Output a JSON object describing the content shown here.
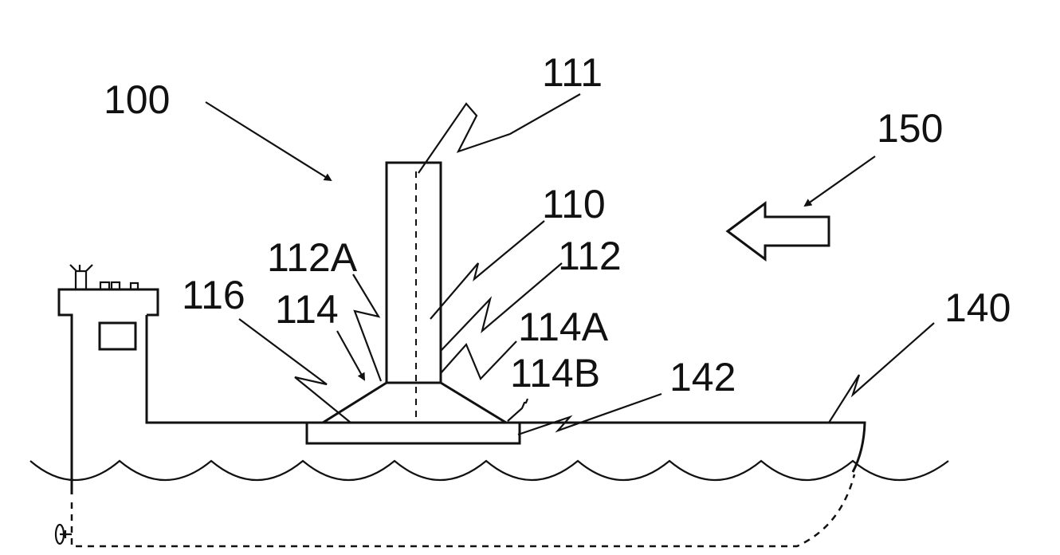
{
  "figure": {
    "labels": {
      "system": "100",
      "tower": "111",
      "current_direction": "150",
      "structure": "110",
      "outer_wall": "112",
      "outer_wall_a": "112A",
      "weld": "116",
      "flare": "114",
      "flare_a": "114A",
      "flare_b": "114B",
      "base_plate": "142",
      "vessel": "140"
    },
    "colors": {
      "line": "#111111",
      "background": "#ffffff"
    }
  }
}
